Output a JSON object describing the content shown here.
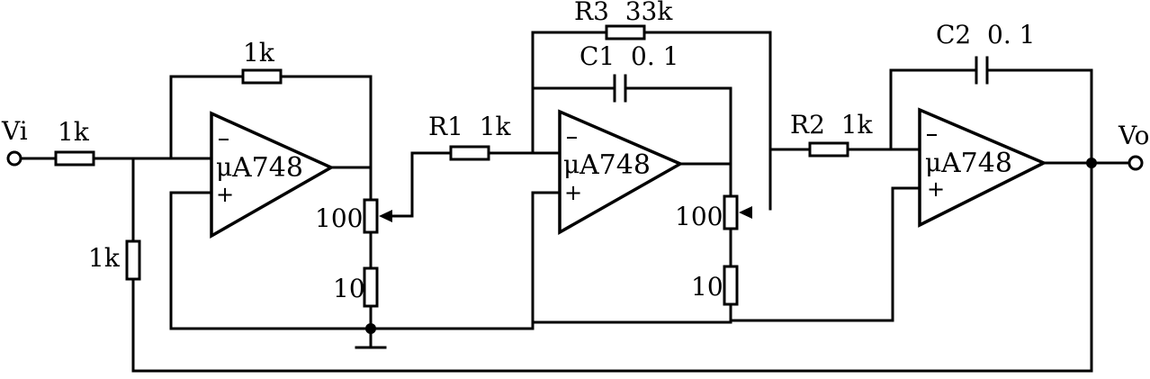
{
  "labels": {
    "input": "Vi",
    "output": "Vo",
    "input_resistor": "1k",
    "feedback_resistor_1": "1k",
    "shunt_resistor": "1k",
    "r1": "R1  1k",
    "r2": "R2  1k",
    "r3": "R3  33k",
    "c1": "C1  0. 1",
    "c2": "C2  0. 1",
    "pot_1": "100",
    "pot_2": "100",
    "res_10_1": "10",
    "res_10_2": "10"
  },
  "opamps": [
    {
      "mu": "μ",
      "part": "A748",
      "minus": "−",
      "plus": "+"
    },
    {
      "mu": "μ",
      "part": "A748",
      "minus": "−",
      "plus": "+"
    },
    {
      "mu": "μ",
      "part": "A748",
      "minus": "−",
      "plus": "+"
    }
  ]
}
